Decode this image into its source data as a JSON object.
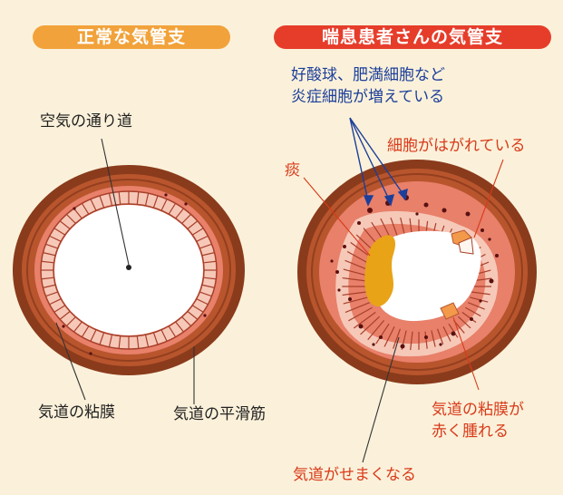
{
  "headers": {
    "normal": "正常な気管支",
    "asthma": "喘息患者さんの気管支"
  },
  "labels": {
    "air_passage": "空気の通り道",
    "mucosa_normal": "気道の粘膜",
    "smooth_muscle": "気道の平滑筋",
    "cells_line1": "好酸球、肥満細胞など",
    "cells_line2": "炎症細胞が増えている",
    "cells_peeling": "細胞がはがれている",
    "phlegm": "痰",
    "mucosa_swollen_line1": "気道の粘膜が",
    "mucosa_swollen_line2": "赤く腫れる",
    "airway_narrows": "気道がせまくなる"
  },
  "colors": {
    "background": "#fbf1da",
    "header_normal": "#f2a23a",
    "header_asthma": "#e63d2a",
    "muscle_outer": "#8a3b1c",
    "muscle_inner": "#b8552d",
    "mucosa": "#e8806a",
    "epithelium": "#f6c8b8",
    "phlegm": "#e8a317",
    "inflammation_cell": "#5a1010",
    "text_black": "#222222",
    "text_red": "#d93a1a",
    "text_blue": "#1c3f9a"
  }
}
